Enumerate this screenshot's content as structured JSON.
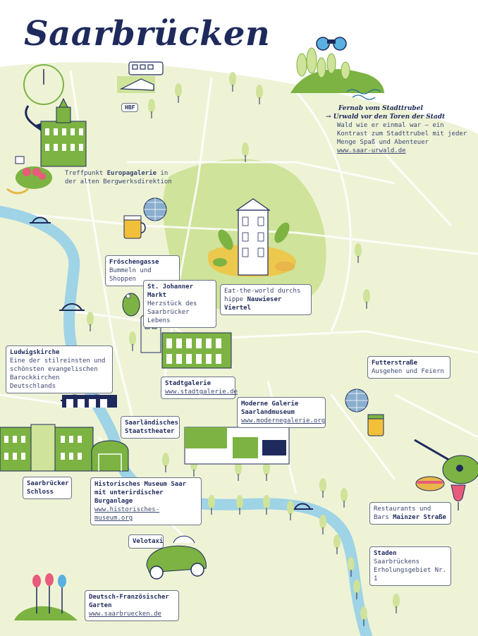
{
  "title": "Saarbrücken",
  "colors": {
    "land": "#eef3d6",
    "park": "#cfe39a",
    "green": "#7cb342",
    "river": "#9fd3e6",
    "ink": "#1f2a5c"
  },
  "hbf": "HBF",
  "urwald": {
    "heading1": "Fernab vom Stadttrubel",
    "heading2": "Urwald vor den Toren der Stadt",
    "text": "Wald wie er einmal war – ein Kontrast zum Stadttrubel mit jeder Menge Spaß und Abenteuer",
    "link": "www.saar-urwald.de",
    "arrow": "→"
  },
  "labels": {
    "europagalerie": {
      "pre": "Treffpunkt ",
      "bold": "Europagalerie",
      "post": " in der alten Bergwerksdirektion"
    },
    "froeschengasse": {
      "heading": "Fröschengasse",
      "text": "Bummeln und Shoppen"
    },
    "johanner": {
      "heading": "St. Johanner Markt",
      "text": "Herzstück des Saarbrücker Lebens"
    },
    "nauwieser": {
      "pre": "Eat-the-world durchs hippe ",
      "bold": "Nauwieser Viertel"
    },
    "ludwigskirche": {
      "heading": "Ludwigskirche",
      "text": "Eine der stilreinsten und schönsten evangelischen Barockkirchen Deutschlands"
    },
    "stadtgalerie": {
      "heading": "Stadtgalerie",
      "link": "www.stadtgalerie.de"
    },
    "moderne": {
      "heading": "Moderne Galerie Saarlandmuseum",
      "link": "www.modernegalerie.org"
    },
    "futter": {
      "bold": "Futterstraße",
      "post": " Ausgehen und Feiern"
    },
    "staatstheater": {
      "heading": "Saarländisches Staatstheater"
    },
    "schloss": {
      "heading": "Saarbrücker Schloss"
    },
    "historisches": {
      "heading": "Historisches Museum Saar mit unterirdischer Burganlage",
      "link": "www.historisches-museum.org"
    },
    "mainzer": {
      "pre": "Restaurants und Bars ",
      "bold": "Mainzer Straße"
    },
    "velotaxi": {
      "heading": "Velotaxi"
    },
    "staden": {
      "heading": "Staden",
      "text": "Saarbrückens Erholungsgebiet Nr. 1"
    },
    "garten": {
      "heading": "Deutsch-Französischer Garten",
      "link": "www.saarbruecken.de"
    }
  }
}
